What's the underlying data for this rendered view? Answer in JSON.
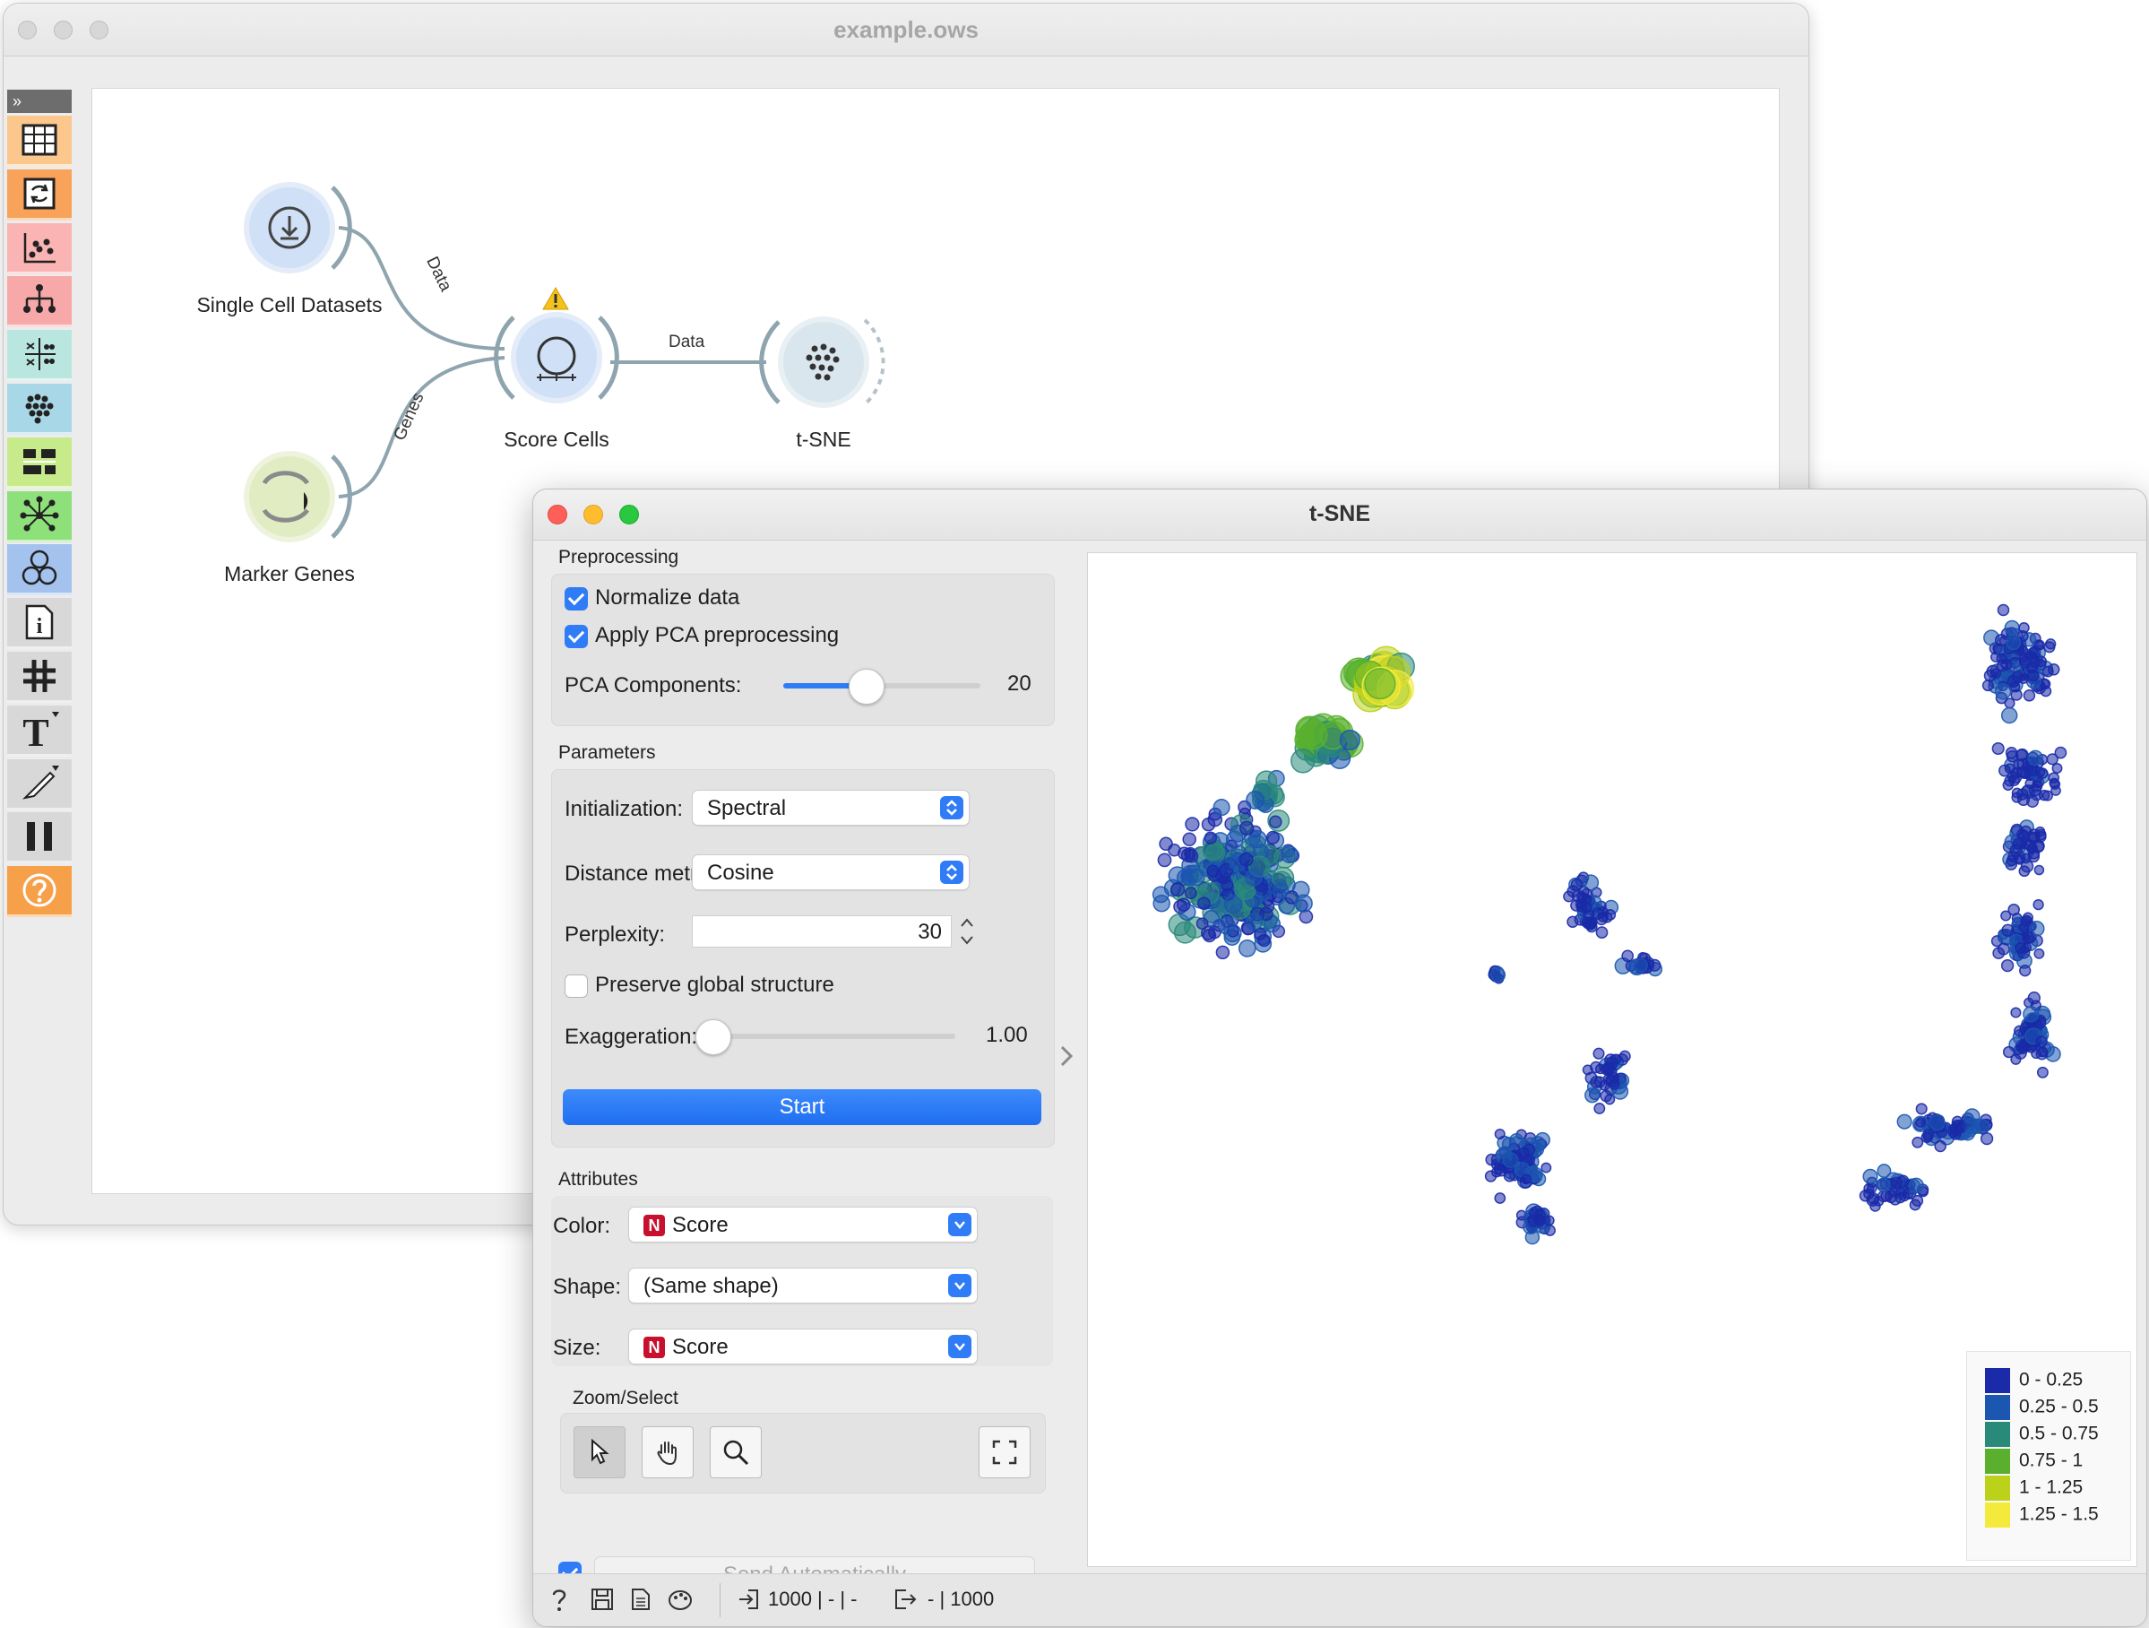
{
  "main_window": {
    "title": "example.ows",
    "nodes": {
      "single_cell": "Single Cell Datasets",
      "score_cells": "Score Cells",
      "tsne": "t-SNE",
      "marker_genes": "Marker Genes"
    },
    "links": {
      "data1": "Data",
      "genes": "Genes",
      "data2": "Data"
    },
    "toolbox": {
      "expand": "»",
      "categories": [
        "data-table-icon",
        "transform-icon",
        "visualize-icon",
        "model-icon",
        "evaluate-icon",
        "unsupervised-icon",
        "single-cell-icon",
        "network-icon",
        "bioinformatics-icon",
        "info-icon",
        "grid-icon",
        "text-icon",
        "annotation-icon",
        "pause-icon",
        "help-icon"
      ],
      "colors": [
        "#fbc78c",
        "#f9a35a",
        "#fbb4b4",
        "#f7a8a8",
        "#b9e7e0",
        "#a8d8e8",
        "#c7eb8a",
        "#8ee07a",
        "#a4c2ee",
        "#d8d8d8",
        "#d8d8d8",
        "#d8d8d8",
        "#d8d8d8",
        "#d8d8d8",
        "#f7a04a"
      ]
    }
  },
  "tsne_window": {
    "title": "t-SNE",
    "preprocessing": {
      "title": "Preprocessing",
      "normalize": "Normalize data",
      "normalize_checked": true,
      "apply_pca": "Apply PCA preprocessing",
      "apply_pca_checked": true,
      "pca_label": "PCA Components:",
      "pca_value": "20",
      "pca_fraction": 0.4
    },
    "parameters": {
      "title": "Parameters",
      "init_label": "Initialization:",
      "init_value": "Spectral",
      "metric_label": "Distance metric:",
      "metric_value": "Cosine",
      "perplexity_label": "Perplexity:",
      "perplexity_value": "30",
      "preserve_label": "Preserve global structure",
      "preserve_checked": false,
      "exaggeration_label": "Exaggeration:",
      "exaggeration_value": "1.00",
      "exaggeration_fraction": 0.0,
      "start": "Start"
    },
    "attributes": {
      "title": "Attributes",
      "color_label": "Color:",
      "color_value": "Score",
      "shape_label": "Shape:",
      "shape_value": "(Same shape)",
      "size_label": "Size:",
      "size_value": "Score",
      "numeric_badge": "N"
    },
    "zoom_select": {
      "title": "Zoom/Select"
    },
    "send_auto": "Send Automatically",
    "send_auto_checked": true,
    "status": {
      "input": "1000 | - | -",
      "output": "- | 1000"
    },
    "legend": [
      {
        "label": "0 - 0.25",
        "color": "#1a2aa8"
      },
      {
        "label": "0.25 - 0.5",
        "color": "#1b56b0"
      },
      {
        "label": "0.5 - 0.75",
        "color": "#2a8a7a"
      },
      {
        "label": "0.75 - 1",
        "color": "#5ab02e"
      },
      {
        "label": "1 - 1.25",
        "color": "#bcd21a"
      },
      {
        "label": "1.25 - 1.5",
        "color": "#f4ea3c"
      }
    ]
  }
}
